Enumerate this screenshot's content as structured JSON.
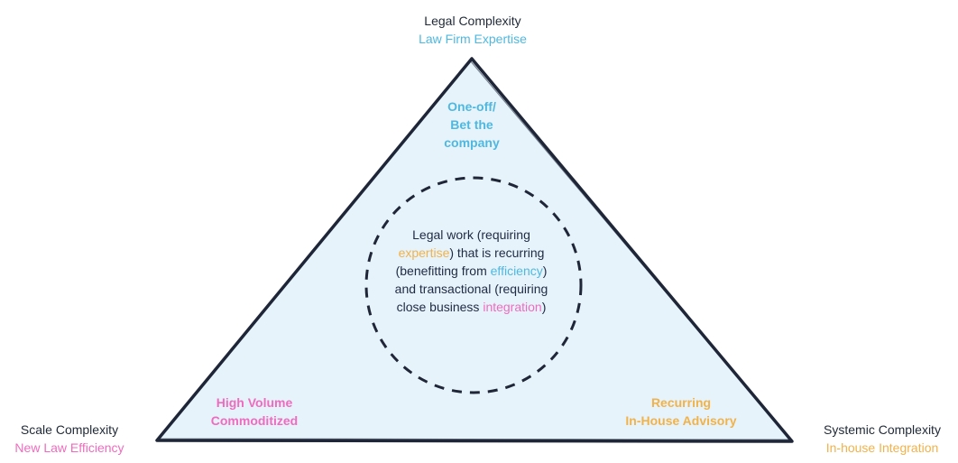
{
  "colors": {
    "fill": "#e6f3fa",
    "outline": "#1e2638",
    "blue": "#4fb8e0",
    "pink": "#f06bbf",
    "orange": "#f2b24a",
    "text": "#1f2a44"
  },
  "top": {
    "title": "Legal Complexity",
    "subtitle": "Law Firm Expertise"
  },
  "left": {
    "title": "Scale Complexity",
    "subtitle": "New Law Efficiency"
  },
  "right": {
    "title": "Systemic Complexity",
    "subtitle": "In-house Integration"
  },
  "inner_top": {
    "line1": "One-off/",
    "line2": "Bet the",
    "line3": "company"
  },
  "inner_left": {
    "line1": "High Volume",
    "line2": "Commoditized"
  },
  "inner_right": {
    "line1": "Recurring",
    "line2": "In-House Advisory"
  },
  "center": {
    "p1": "Legal work (requiring",
    "h1": "expertise",
    "p2": ") that is recurring (benefitting from",
    "h2": "efficiency",
    "p3": ") and transactional (requiring close business",
    "h3": "integration",
    "p4": ")"
  }
}
